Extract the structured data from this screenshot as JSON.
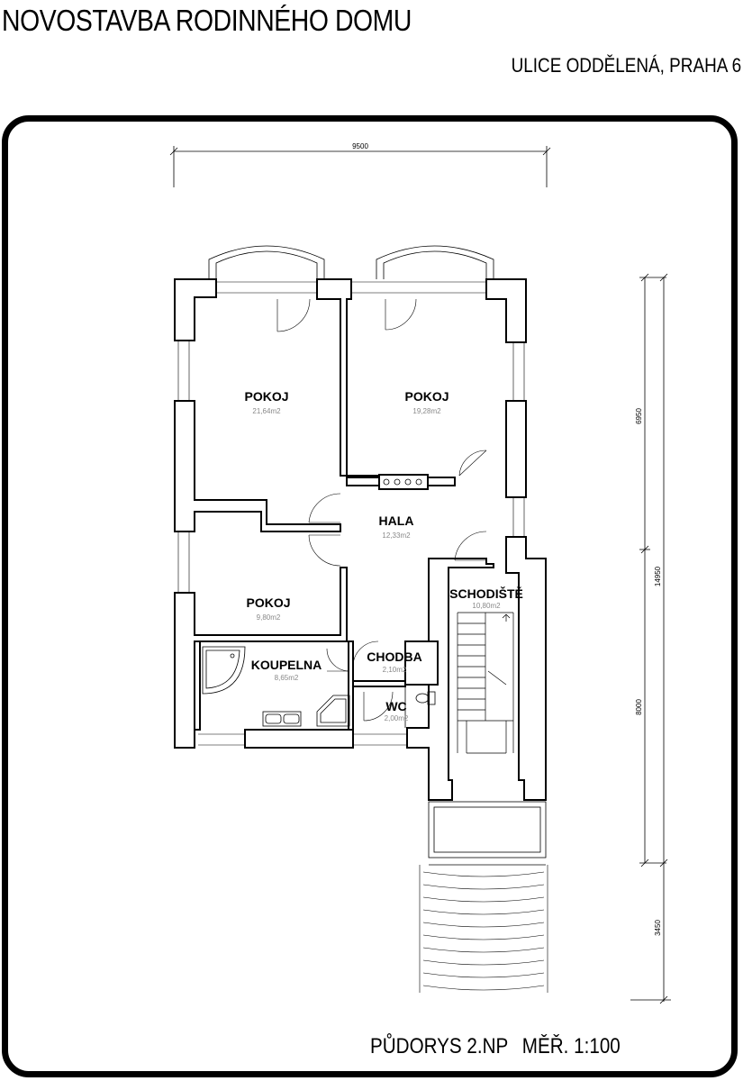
{
  "header": {
    "title": "NOVOSTAVBA RODINNÉHO DOMU",
    "address": "ULICE ODDĚLENÁ, PRAHA 6"
  },
  "footer": {
    "plan_label": "PŮDORYS 2.NP",
    "scale_label": "MĚŘ. 1:100"
  },
  "rooms": [
    {
      "name": "POKOJ",
      "area": "21,64m2"
    },
    {
      "name": "POKOJ",
      "area": "19,28m2"
    },
    {
      "name": "HALA",
      "area": "12,33m2"
    },
    {
      "name": "POKOJ",
      "area": "9,80m2"
    },
    {
      "name": "SCHODIŠTĚ",
      "area": "10,80m2"
    },
    {
      "name": "KOUPELNA",
      "area": "8,65m2"
    },
    {
      "name": "CHODBA",
      "area": "2,10m2"
    },
    {
      "name": "WC",
      "area": "2,00m2"
    }
  ],
  "dimensions": {
    "width_total": "9500",
    "depth_total": "14950",
    "depth_upper": "6950",
    "depth_lower": "8000",
    "depth_stairs": "3450"
  }
}
